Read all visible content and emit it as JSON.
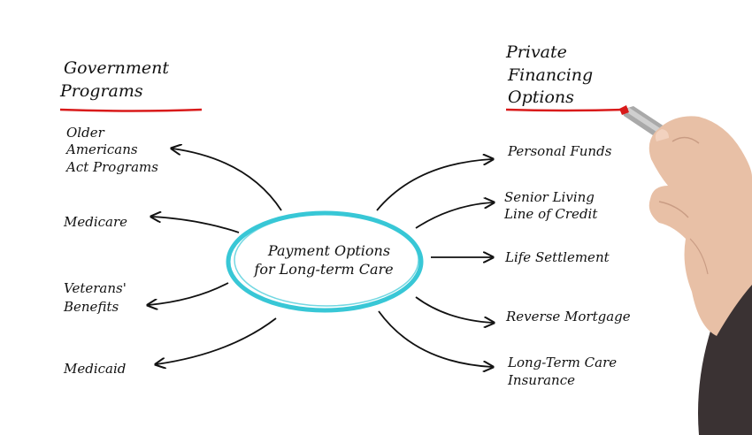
{
  "center": {
    "line1": "Payment Options",
    "line2": "for Long-term Care"
  },
  "left": {
    "heading": [
      "Government",
      "Programs"
    ],
    "items": [
      {
        "lines": [
          "Older",
          "Americans",
          "Act Programs"
        ]
      },
      {
        "lines": [
          "Medicare"
        ]
      },
      {
        "lines": [
          "Veterans'",
          "Benefits"
        ]
      },
      {
        "lines": [
          "Medicaid"
        ]
      }
    ]
  },
  "right": {
    "heading": [
      "Private",
      "Financing",
      "Options"
    ],
    "items": [
      {
        "lines": [
          "Personal Funds"
        ]
      },
      {
        "lines": [
          "Senior Living",
          "Line  of Credit"
        ]
      },
      {
        "lines": [
          "Life  Settlement"
        ]
      },
      {
        "lines": [
          "Reverse Mortgage"
        ]
      },
      {
        "lines": [
          "Long-Term Care",
          "Insurance"
        ]
      }
    ]
  },
  "colors": {
    "ink": "#111111",
    "underline": "#d91a1a",
    "ellipse": "#38c7d6",
    "skin": "#e8c0a6",
    "sleeve": "#3a3233",
    "marker_body": "#a9a9a9"
  }
}
